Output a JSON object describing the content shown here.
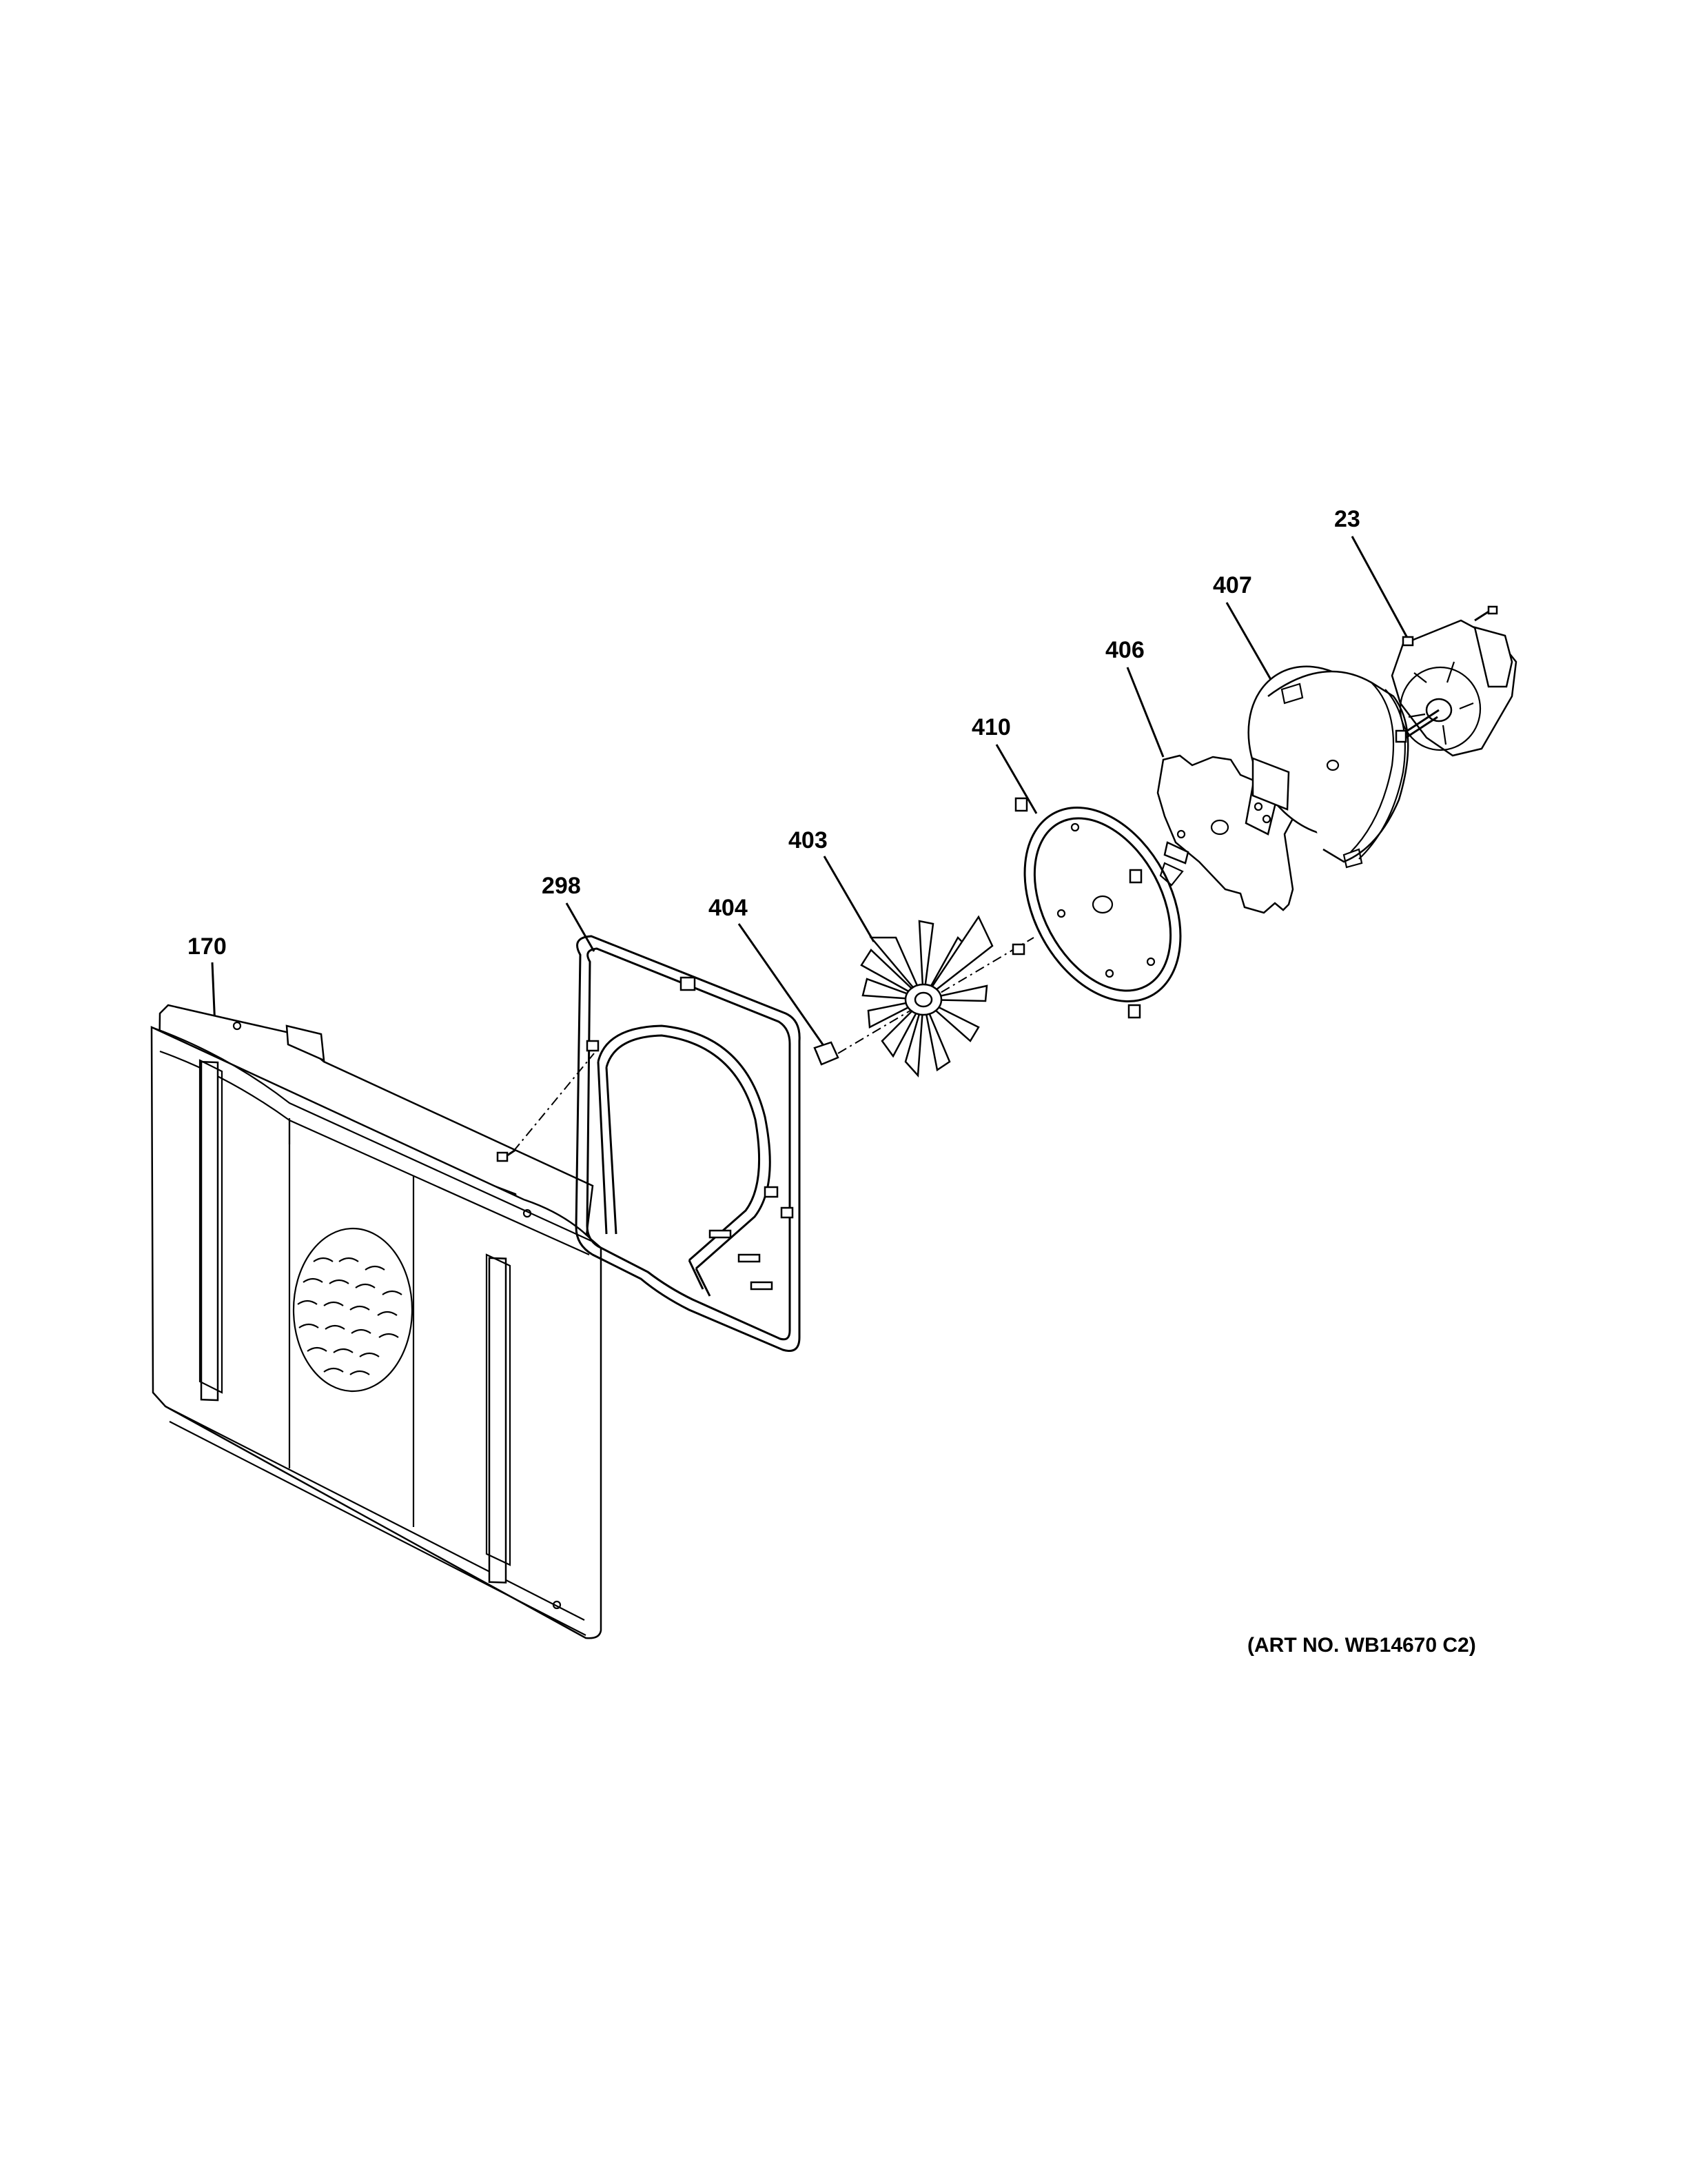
{
  "callouts": {
    "c170": "170",
    "c298": "298",
    "c404": "404",
    "c403": "403",
    "c410": "410",
    "c406": "406",
    "c407": "407",
    "c23": "23"
  },
  "art_number": "(ART NO. WB14670 C2)"
}
